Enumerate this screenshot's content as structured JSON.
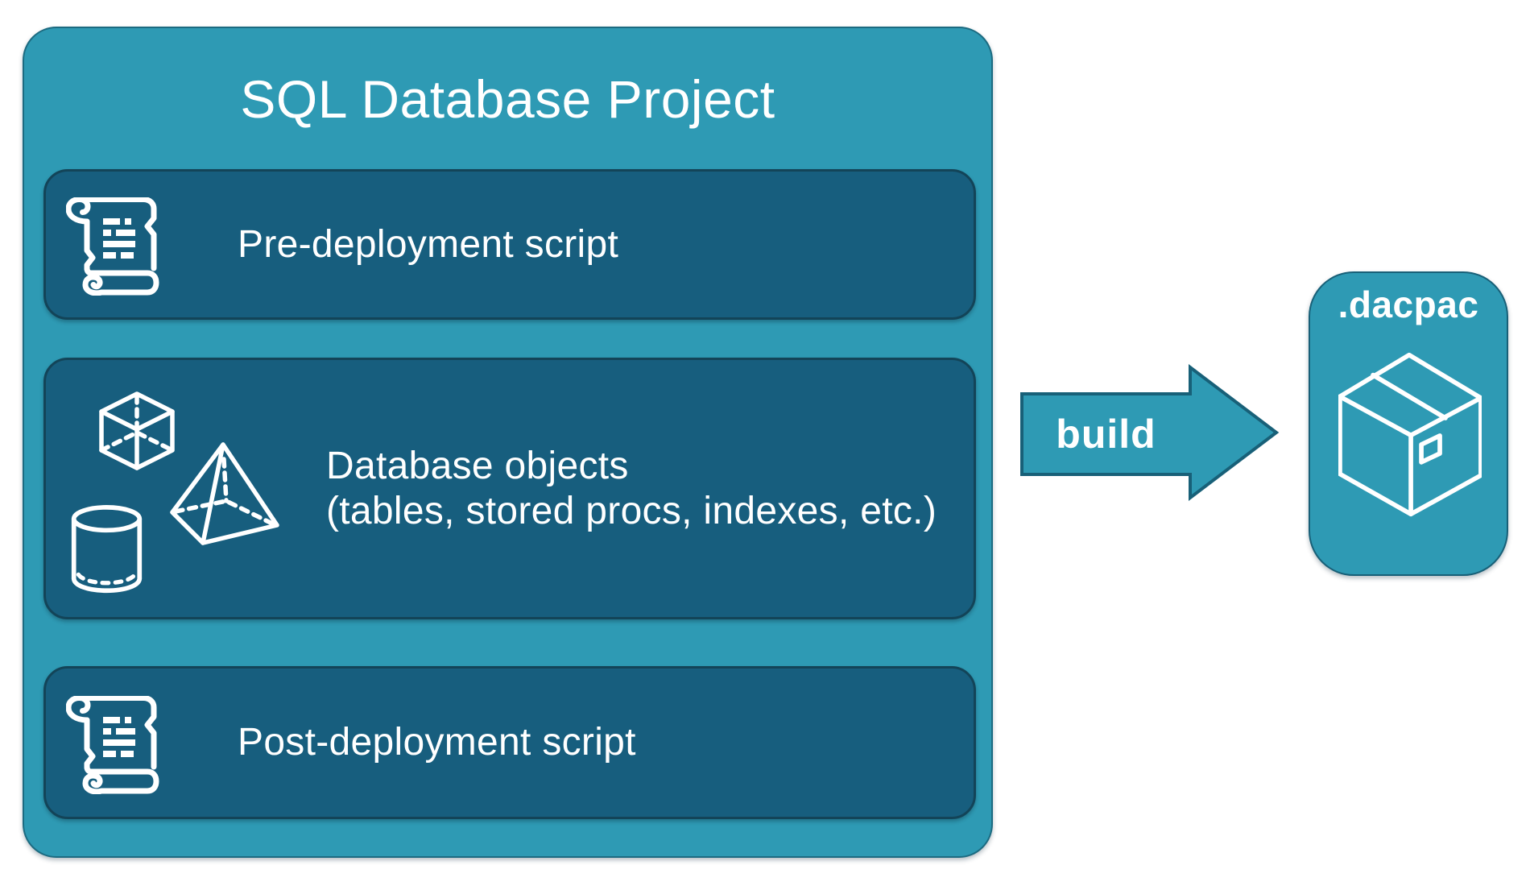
{
  "project": {
    "title": "SQL Database Project",
    "items": [
      {
        "label": "Pre-deployment script",
        "icon": "scroll-icon"
      },
      {
        "label": "Database objects",
        "sublabel": "(tables, stored procs, indexes, etc.)",
        "icons": [
          "cube-icon",
          "pyramid-icon",
          "cylinder-icon"
        ]
      },
      {
        "label": "Post-deployment script",
        "icon": "scroll-icon"
      }
    ]
  },
  "arrow": {
    "label": "build",
    "icon": "right-arrow-shape"
  },
  "output": {
    "label": ".dacpac",
    "icon": "package-icon"
  },
  "colors": {
    "container_fill": "#2E9AB4",
    "container_border": "#1C6B81",
    "item_fill": "#175E7E",
    "item_border": "#134458",
    "arrow_fill": "#2E9AB4",
    "arrow_border": "#186078",
    "text": "#FFFFFF"
  }
}
